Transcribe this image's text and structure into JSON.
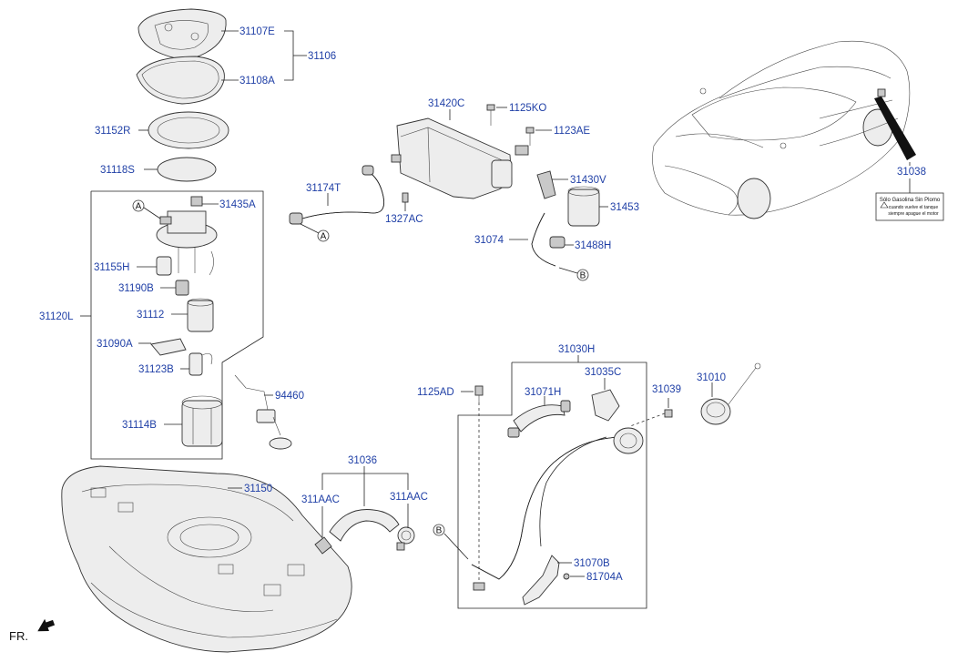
{
  "labels": {
    "p31107E": "31107E",
    "p31106": "31106",
    "p31108A": "31108A",
    "p31152R": "31152R",
    "p31118S": "31118S",
    "p31435A": "31435A",
    "p31155H": "31155H",
    "p31190B": "31190B",
    "p31120L": "31120L",
    "p31112": "31112",
    "p31090A": "31090A",
    "p31123B": "31123B",
    "p31114B": "31114B",
    "p94460": "94460",
    "p31150": "31150",
    "p31174T": "31174T",
    "p1327AC": "1327AC",
    "p31420C": "31420C",
    "p1125KO": "1125KO",
    "p1123AE": "1123AE",
    "p31430V": "31430V",
    "p31453": "31453",
    "p31074": "31074",
    "p31488H": "31488H",
    "p31038": "31038",
    "p31030H": "31030H",
    "p1125AD": "1125AD",
    "p31071H": "31071H",
    "p31035C": "31035C",
    "p31039": "31039",
    "p31010": "31010",
    "p31036": "31036",
    "p311AAC_left": "311AAC",
    "p311AAC_right": "311AAC",
    "p31070B": "31070B",
    "p81704A": "81704A"
  },
  "callouts": {
    "a": "A",
    "b": "B"
  },
  "direction": {
    "text": "FR."
  },
  "warning_label": {
    "line1": "Sólo Gasolina Sin Plomo",
    "line2": "cuando vuelve el tanque",
    "line3": "siempre apague el motor"
  }
}
